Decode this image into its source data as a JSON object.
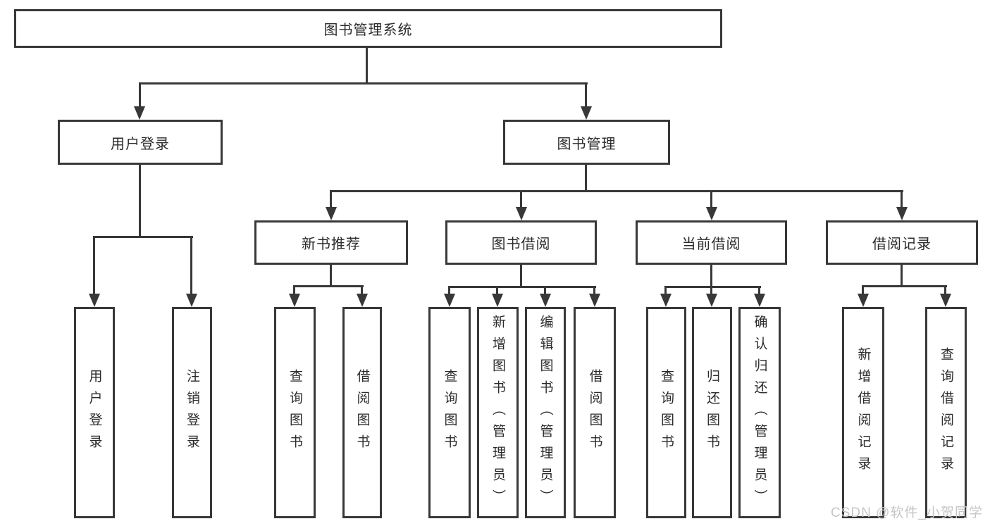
{
  "colors": {
    "line": "#383838",
    "text": "#2b2b2b",
    "watermark": "#c6c6c6",
    "background": "#ffffff"
  },
  "diagram": {
    "root": {
      "label": "图书管理系统"
    },
    "branches": {
      "user_login": {
        "label": "用户登录",
        "children": {
          "login": {
            "label": "用户登录"
          },
          "logout": {
            "label": "注销登录"
          }
        }
      },
      "book_mgmt": {
        "label": "图书管理",
        "sections": {
          "new_books": {
            "label": "新书推荐",
            "children": {
              "query": {
                "label": "查询图书"
              },
              "borrow": {
                "label": "借阅图书"
              }
            }
          },
          "book_borrow": {
            "label": "图书借阅",
            "children": {
              "query": {
                "label": "查询图书"
              },
              "add": {
                "label": "新增图书（管理员）"
              },
              "edit": {
                "label": "编辑图书（管理员）"
              },
              "borrow": {
                "label": "借阅图书"
              }
            }
          },
          "current_borrow": {
            "label": "当前借阅",
            "children": {
              "query": {
                "label": "查询图书"
              },
              "return": {
                "label": "归还图书"
              },
              "confirm": {
                "label": "确认归还（管理员）"
              }
            }
          },
          "borrow_records": {
            "label": "借阅记录",
            "children": {
              "add": {
                "label": "新增借阅记录"
              },
              "query": {
                "label": "查询借阅记录"
              }
            }
          }
        }
      }
    }
  },
  "watermark": {
    "text": "CSDN @软件_小贺同学"
  }
}
